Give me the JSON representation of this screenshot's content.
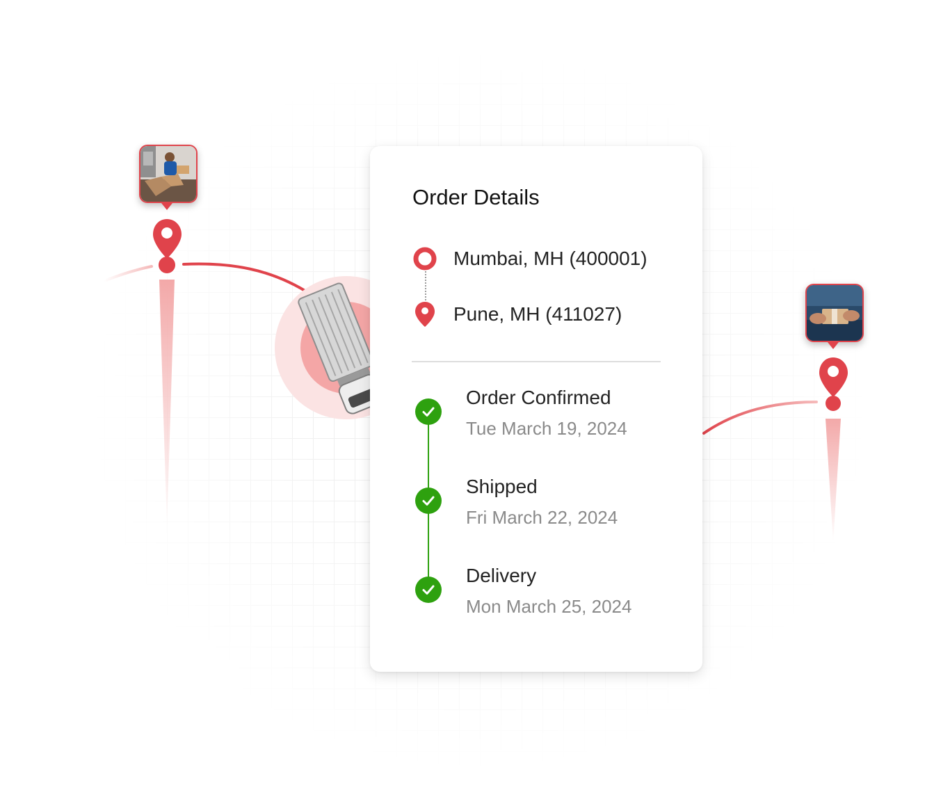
{
  "order_card": {
    "title": "Order Details",
    "origin": "Mumbai, MH (400001)",
    "destination": "Pune, MH (411027)"
  },
  "timeline": [
    {
      "title": "Order Confirmed",
      "date": "Tue March 19, 2024"
    },
    {
      "title": "Shipped",
      "date": "Fri March 22, 2024"
    },
    {
      "title": "Delivery",
      "date": "Mon March 25, 2024"
    }
  ],
  "colors": {
    "accent_red": "#e0434b",
    "success_green": "#2ea10f",
    "text_dark": "#222222",
    "text_muted": "#8a8a8a"
  },
  "icons": {
    "origin": "origin-ring-pin-icon",
    "destination": "destination-pin-icon",
    "step_done": "check-circle-icon",
    "vehicle": "delivery-truck-icon"
  }
}
